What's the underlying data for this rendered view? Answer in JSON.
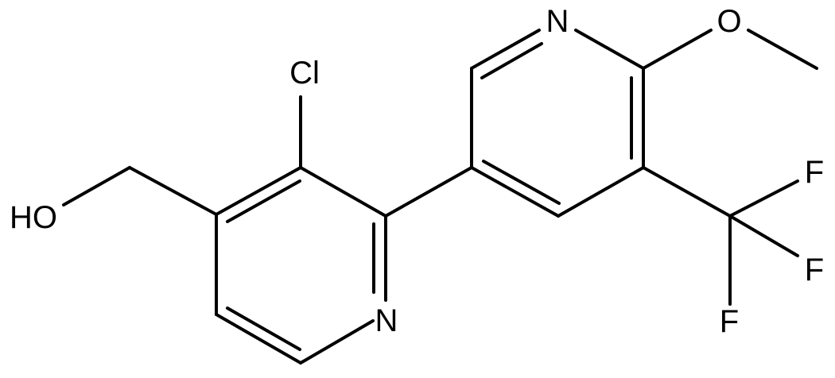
{
  "structure": {
    "labels": {
      "cl": "Cl",
      "n_top": "N",
      "n_bottom": "N",
      "o_methoxy": "O",
      "hydroxyl": "HO",
      "f1": "F",
      "f2": "F",
      "f3": "F"
    }
  }
}
